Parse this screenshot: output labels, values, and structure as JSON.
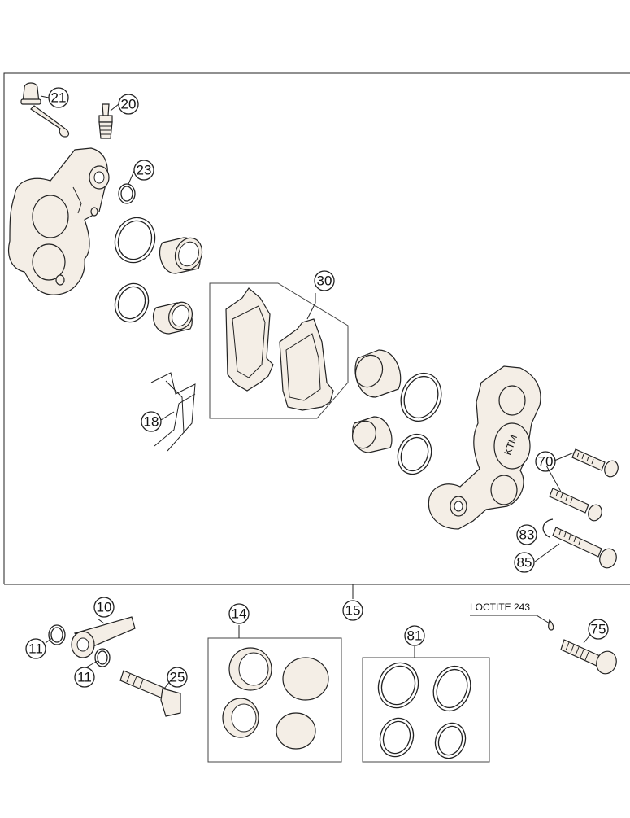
{
  "callouts": [
    {
      "id": "c21",
      "text": "21"
    },
    {
      "id": "c20",
      "text": "20"
    },
    {
      "id": "c23",
      "text": "23"
    },
    {
      "id": "c30",
      "text": "30"
    },
    {
      "id": "c18",
      "text": "18"
    },
    {
      "id": "c70",
      "text": "70"
    },
    {
      "id": "c83",
      "text": "83"
    },
    {
      "id": "c85",
      "text": "85"
    },
    {
      "id": "c10",
      "text": "10"
    },
    {
      "id": "c11a",
      "text": "11"
    },
    {
      "id": "c11b",
      "text": "11"
    },
    {
      "id": "c25",
      "text": "25"
    },
    {
      "id": "c14",
      "text": "14"
    },
    {
      "id": "c15",
      "text": "15"
    },
    {
      "id": "c81",
      "text": "81"
    },
    {
      "id": "c75",
      "text": "75"
    }
  ],
  "note": {
    "loctite": "LOCTITE 243"
  },
  "caliper_mark": "KTM"
}
